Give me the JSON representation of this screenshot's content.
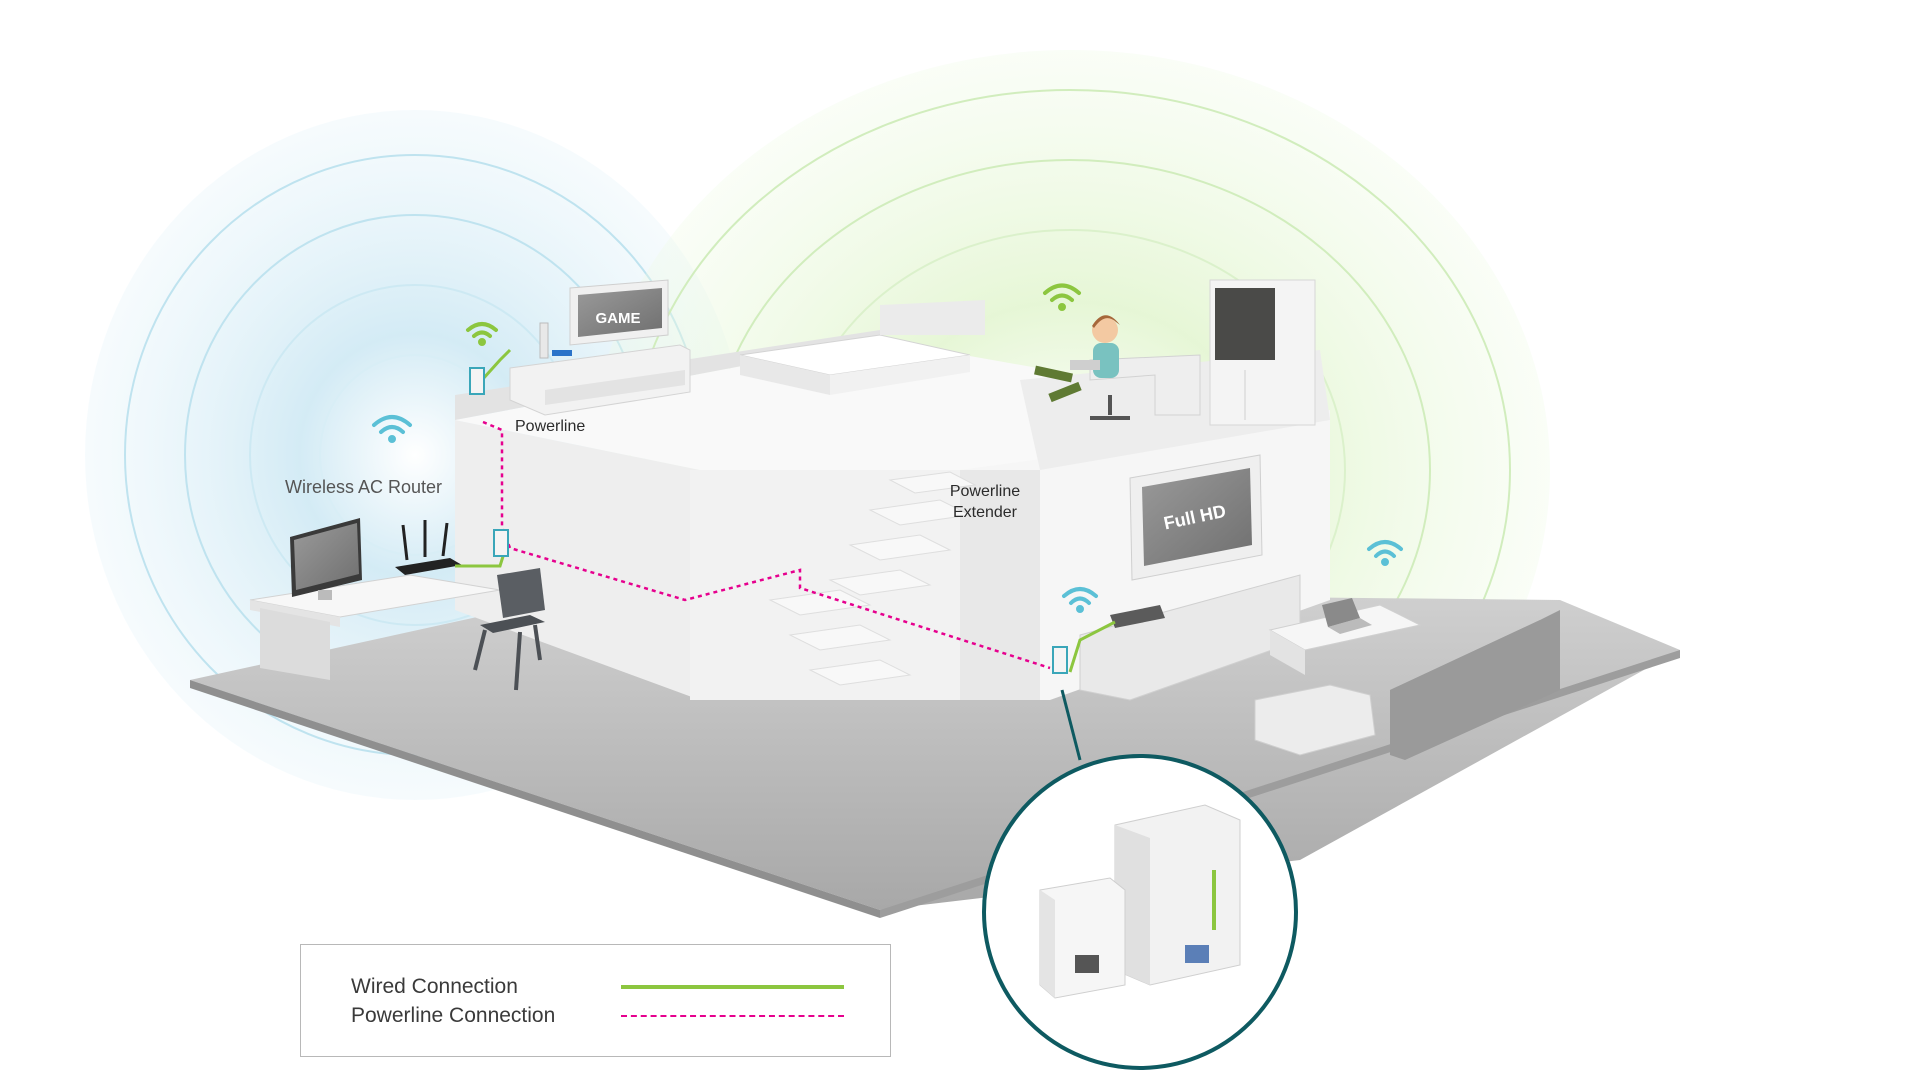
{
  "labels": {
    "router": "Wireless AC Router",
    "powerline": "Powerline",
    "extender_line1": "Powerline",
    "extender_line2": "Extender",
    "game_screen": "GAME",
    "tv_screen": "Full HD"
  },
  "legend": {
    "wired": "Wired Connection",
    "powerline": "Powerline Connection"
  },
  "colors": {
    "wired": "#8cc63f",
    "powerline": "#e6008e",
    "router_signal": "#5bc0d6",
    "extender_signal": "#8cc63f",
    "zoom_ring": "#0e5a61"
  },
  "icons": [
    "wifi-icon",
    "router-icon",
    "monitor-icon",
    "powerline-adapter-icon",
    "chair-icon",
    "laptop-icon",
    "person-icon"
  ]
}
